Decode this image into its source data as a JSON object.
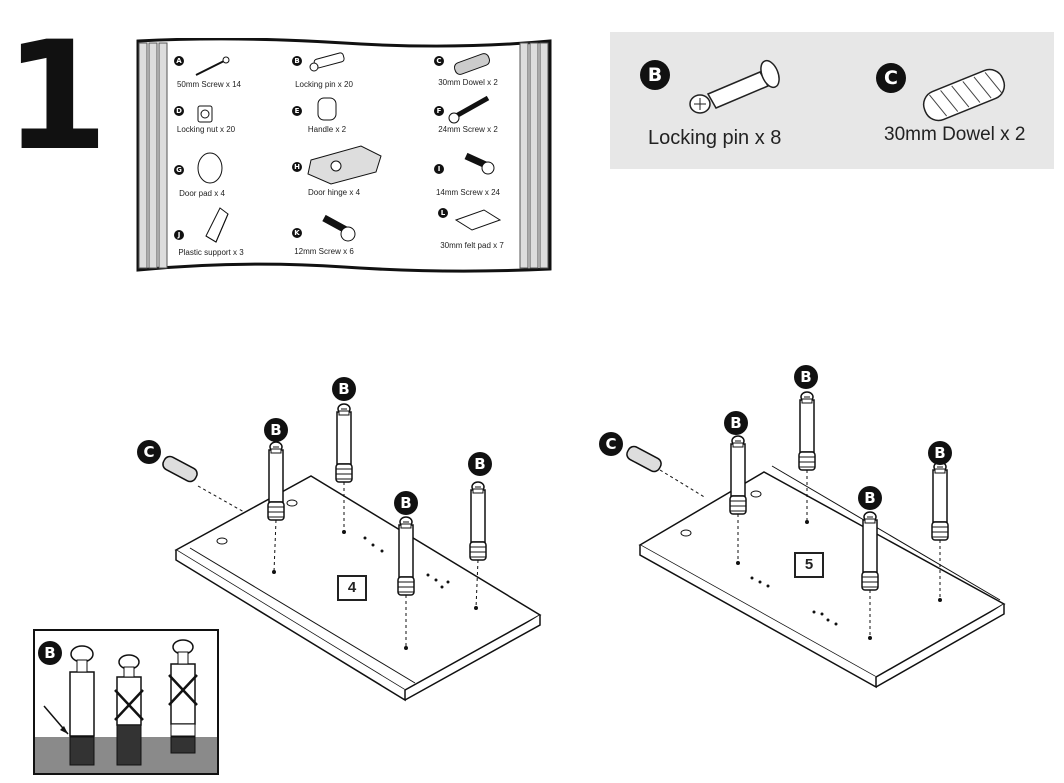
{
  "step": {
    "number": "1"
  },
  "parts": [
    {
      "letter": "A",
      "label": "50mm Screw x 14"
    },
    {
      "letter": "B",
      "label": "Locking pin x 20"
    },
    {
      "letter": "C",
      "label": "30mm Dowel  x 2"
    },
    {
      "letter": "D",
      "label": "Locking nut x 20"
    },
    {
      "letter": "E",
      "label": "Handle x 2"
    },
    {
      "letter": "F",
      "label": "24mm Screw x 2"
    },
    {
      "letter": "G",
      "label": "Door pad x 4"
    },
    {
      "letter": "H",
      "label": "Door hinge  x 4"
    },
    {
      "letter": "I",
      "label": "14mm Screw x 24"
    },
    {
      "letter": "J",
      "label": "Plastic support x 3"
    },
    {
      "letter": "K",
      "label": "12mm Screw x 6"
    },
    {
      "letter": "L",
      "label": "30mm felt pad x 7"
    }
  ],
  "highlight": {
    "items": [
      {
        "letter": "B",
        "label": "Locking pin x 8"
      },
      {
        "letter": "C",
        "label": "30mm Dowel  x 2"
      }
    ]
  },
  "assembly": {
    "left": {
      "panel_number": "4",
      "pin_letter": "B",
      "dowel_letter": "C"
    },
    "right": {
      "panel_number": "5",
      "pin_letter": "B",
      "dowel_letter": "C"
    }
  },
  "detail": {
    "letter": "B"
  },
  "colors": {
    "ink": "#111111",
    "panel_bg": "#e7e7e7",
    "floor": "#8a8a8a"
  }
}
